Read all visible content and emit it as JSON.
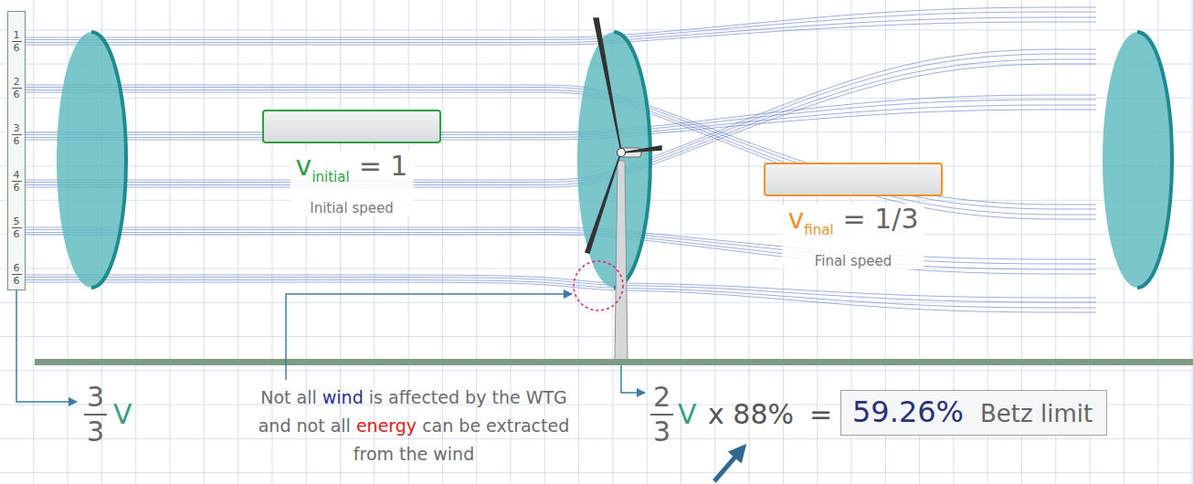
{
  "diagram": {
    "nodes": [
      {
        "text": [
          "1",
          "6",
          "2",
          "6",
          "3",
          "6",
          "4",
          "6",
          "5",
          "6",
          "6",
          "6"
        ]
      },
      {
        "text": [
          "v",
          "initial",
          "= 1",
          "Initial speed"
        ]
      },
      {
        "text": [
          "v",
          "final",
          "= 1/3",
          "Final speed"
        ]
      },
      {
        "text": [
          "59.26%",
          "Betz limit"
        ]
      }
    ],
    "labels": [
      "3",
      "3",
      "V",
      "Not all",
      "wind",
      "is affected by the WTG and not all",
      "energy",
      "can be extracted from the wind",
      "2",
      "3",
      "V",
      "x 88%",
      "="
    ]
  }
}
